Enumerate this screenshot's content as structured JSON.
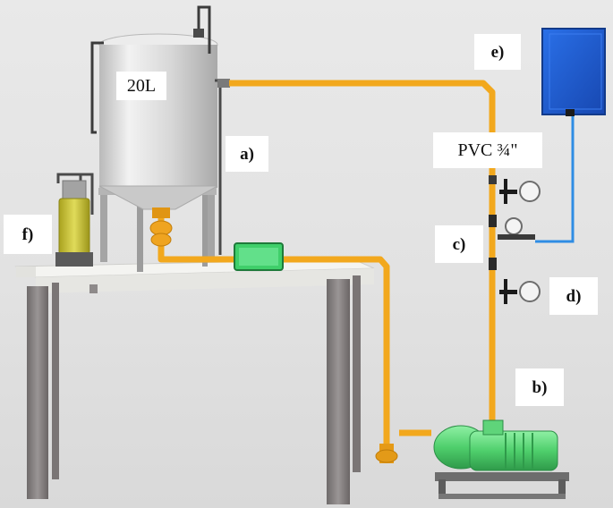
{
  "labels": {
    "tank_volume": "20L",
    "a": "a)",
    "b": "b)",
    "c": "c)",
    "d": "d)",
    "e": "e)",
    "f": "f)",
    "pipe": "PVC ¾\""
  },
  "colors": {
    "pipe": "#f2a81d",
    "pipe_dark": "#c57f0a",
    "pump": "#5fd47a",
    "control_box": "#1f5fd6",
    "signal_cable": "#2f8de4",
    "table_top": "#f3f3f0",
    "table_leg": "#8a8585",
    "tank": "#dcdcdc",
    "flow_meter": "#3fcf6a",
    "oil_filter": "#c9c43a"
  }
}
